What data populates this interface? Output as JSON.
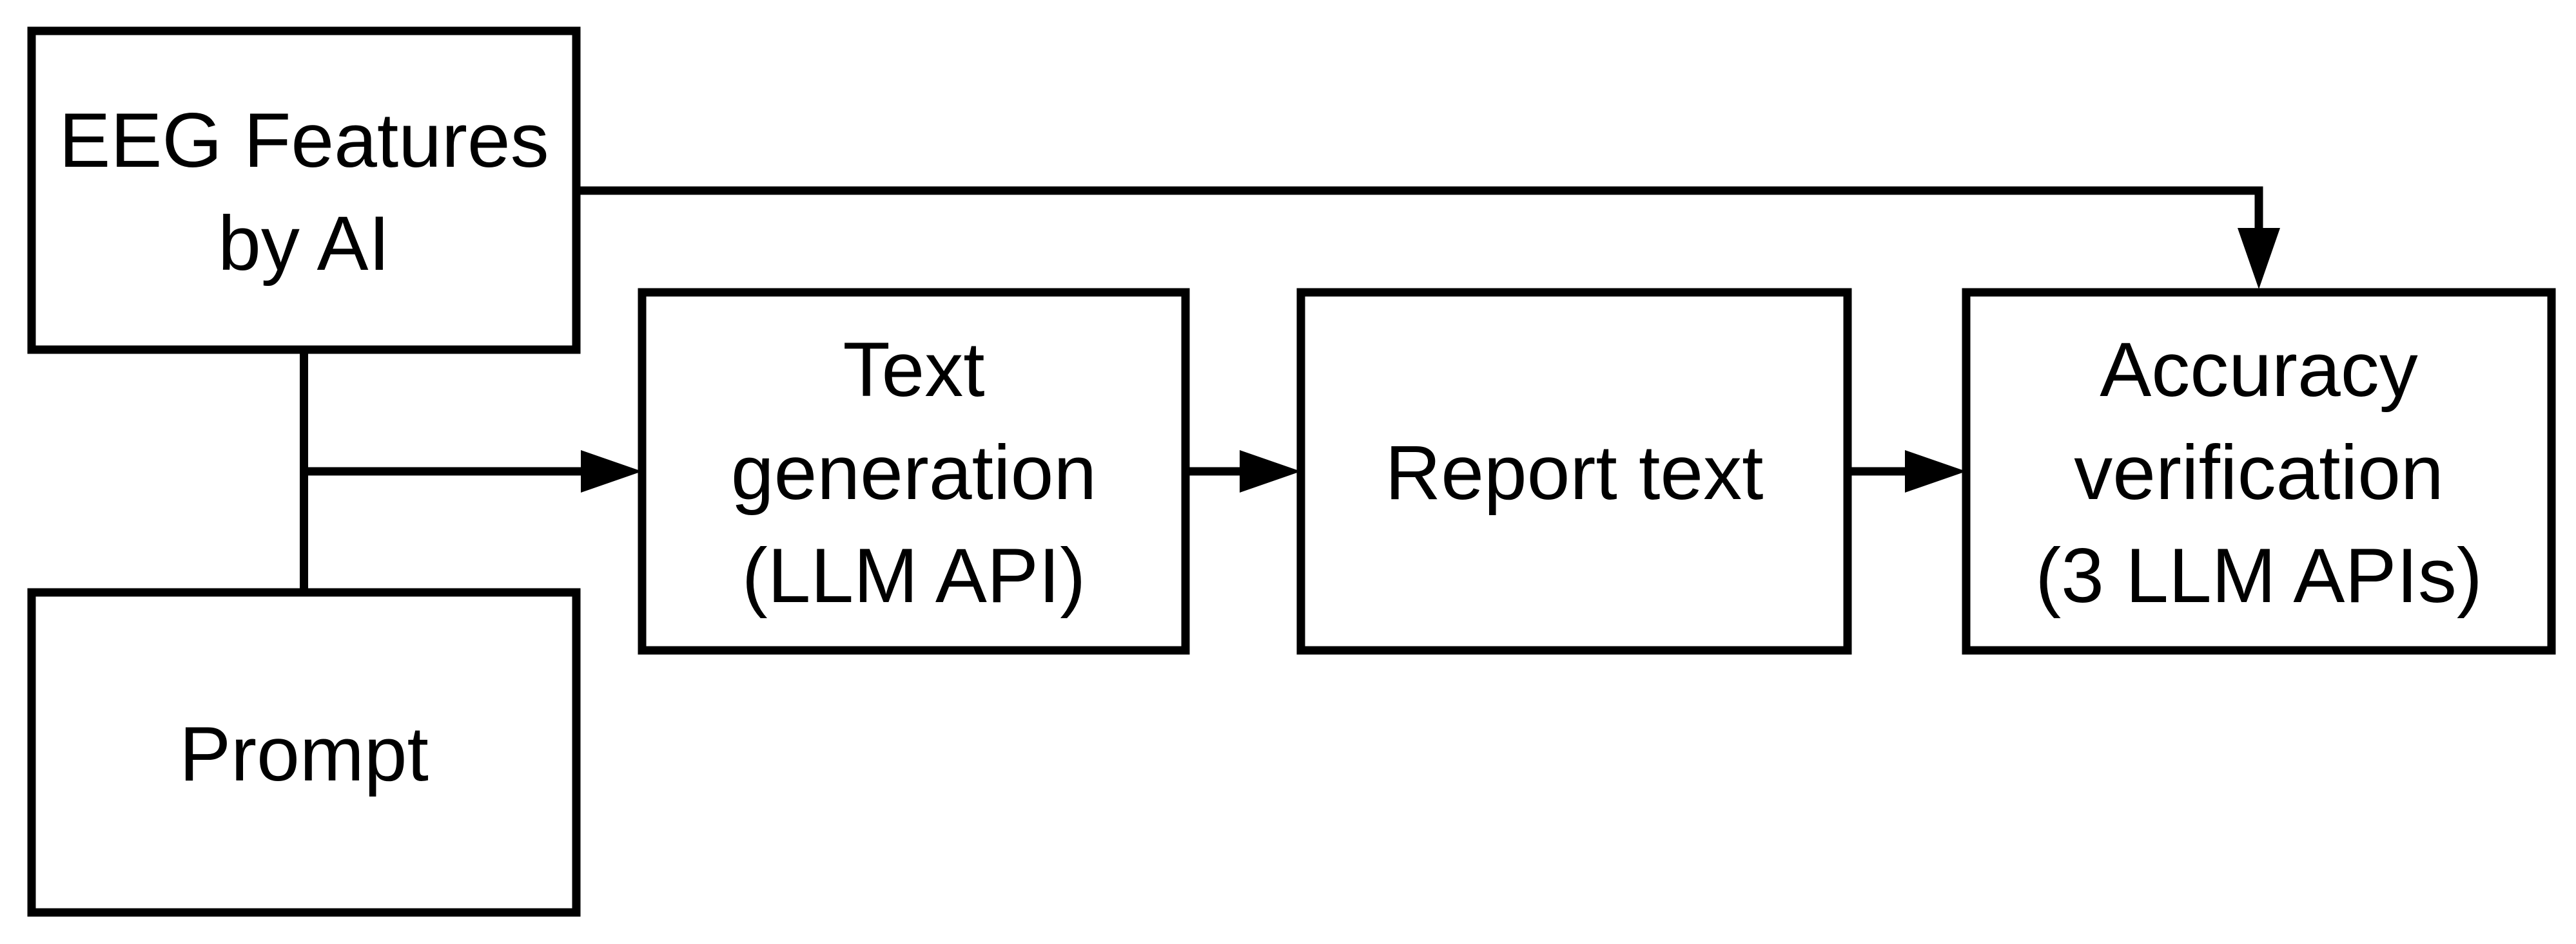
{
  "diagram": {
    "type": "flowchart",
    "colors": {
      "background": "#ffffff",
      "stroke": "#000000"
    },
    "nodes": [
      {
        "id": "eeg-features",
        "lines": [
          "EEG Features",
          "by AI"
        ]
      },
      {
        "id": "prompt",
        "lines": [
          "Prompt"
        ]
      },
      {
        "id": "text-generation",
        "lines": [
          "Text",
          "generation",
          "(LLM API)"
        ]
      },
      {
        "id": "report-text",
        "lines": [
          "Report text"
        ]
      },
      {
        "id": "accuracy-verification",
        "lines": [
          "Accuracy",
          "verification",
          "(3 LLM APIs)"
        ]
      }
    ],
    "edges": [
      {
        "id": "eeg-to-accuracy",
        "from": "eeg-features",
        "to": "accuracy-verification",
        "arrow": true
      },
      {
        "id": "eeg-to-prompt",
        "from": "eeg-features",
        "to": "prompt",
        "arrow": false
      },
      {
        "id": "merge-to-generation",
        "from": "eeg-features + prompt",
        "to": "text-generation",
        "arrow": true
      },
      {
        "id": "generation-to-report",
        "from": "text-generation",
        "to": "report-text",
        "arrow": true
      },
      {
        "id": "report-to-accuracy",
        "from": "report-text",
        "to": "accuracy-verification",
        "arrow": true
      }
    ]
  }
}
